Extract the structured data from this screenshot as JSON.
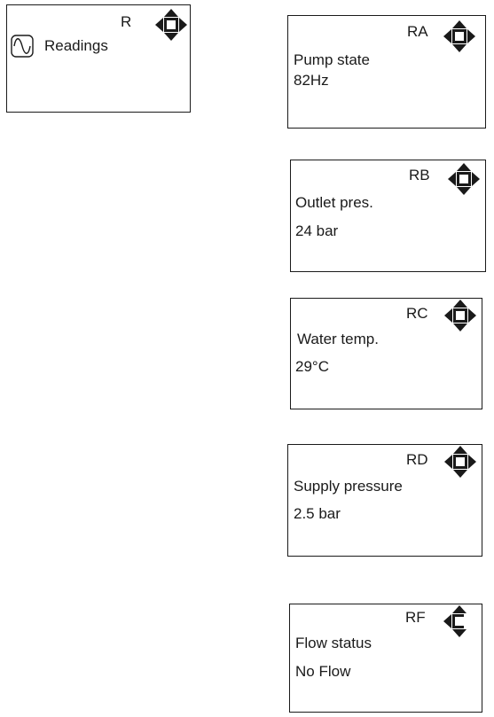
{
  "main_menu": {
    "code": "R",
    "label": "Readings",
    "icon": "sine-wave-icon",
    "nav_icon": "four-way-arrow-icon"
  },
  "screens": [
    {
      "code": "RA",
      "line1": "Pump state",
      "line2": "82Hz",
      "nav_icon": "four-way-arrow-icon"
    },
    {
      "code": "RB",
      "line1": "Outlet pres.",
      "line2": "24 bar",
      "nav_icon": "four-way-arrow-icon"
    },
    {
      "code": "RC",
      "line1": "Water temp.",
      "line2": "29°C",
      "nav_icon": "four-way-arrow-icon"
    },
    {
      "code": "RD",
      "line1": "Supply pressure",
      "line2": "2.5 bar",
      "nav_icon": "four-way-arrow-icon"
    },
    {
      "code": "RF",
      "line1": "Flow status",
      "line2": "No Flow",
      "nav_icon": "up-left-down-arrow-icon"
    }
  ]
}
